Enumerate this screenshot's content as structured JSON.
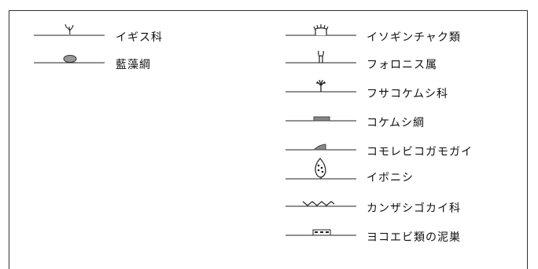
{
  "legend": {
    "left": [
      {
        "label": "イギス科",
        "icon": "red-algae-icon"
      },
      {
        "label": "藍藻綱",
        "icon": "blue-green-algae-icon"
      }
    ],
    "right": [
      {
        "label": "イソギンチャク類",
        "icon": "sea-anemone-icon"
      },
      {
        "label": "フォロニス属",
        "icon": "phoronid-icon"
      },
      {
        "label": "フサコケムシ科",
        "icon": "bryozoan-tuft-icon"
      },
      {
        "label": "コケムシ綱",
        "icon": "bryozoan-mat-icon"
      },
      {
        "label": "コモレビコガモガイ",
        "icon": "limpet-icon"
      },
      {
        "label": "イボニシ",
        "icon": "whelk-icon"
      },
      {
        "label": "カンザシゴカイ科",
        "icon": "tube-worm-icon"
      },
      {
        "label": "ヨコエビ類の泥巣",
        "icon": "amphipod-nest-icon"
      }
    ]
  }
}
